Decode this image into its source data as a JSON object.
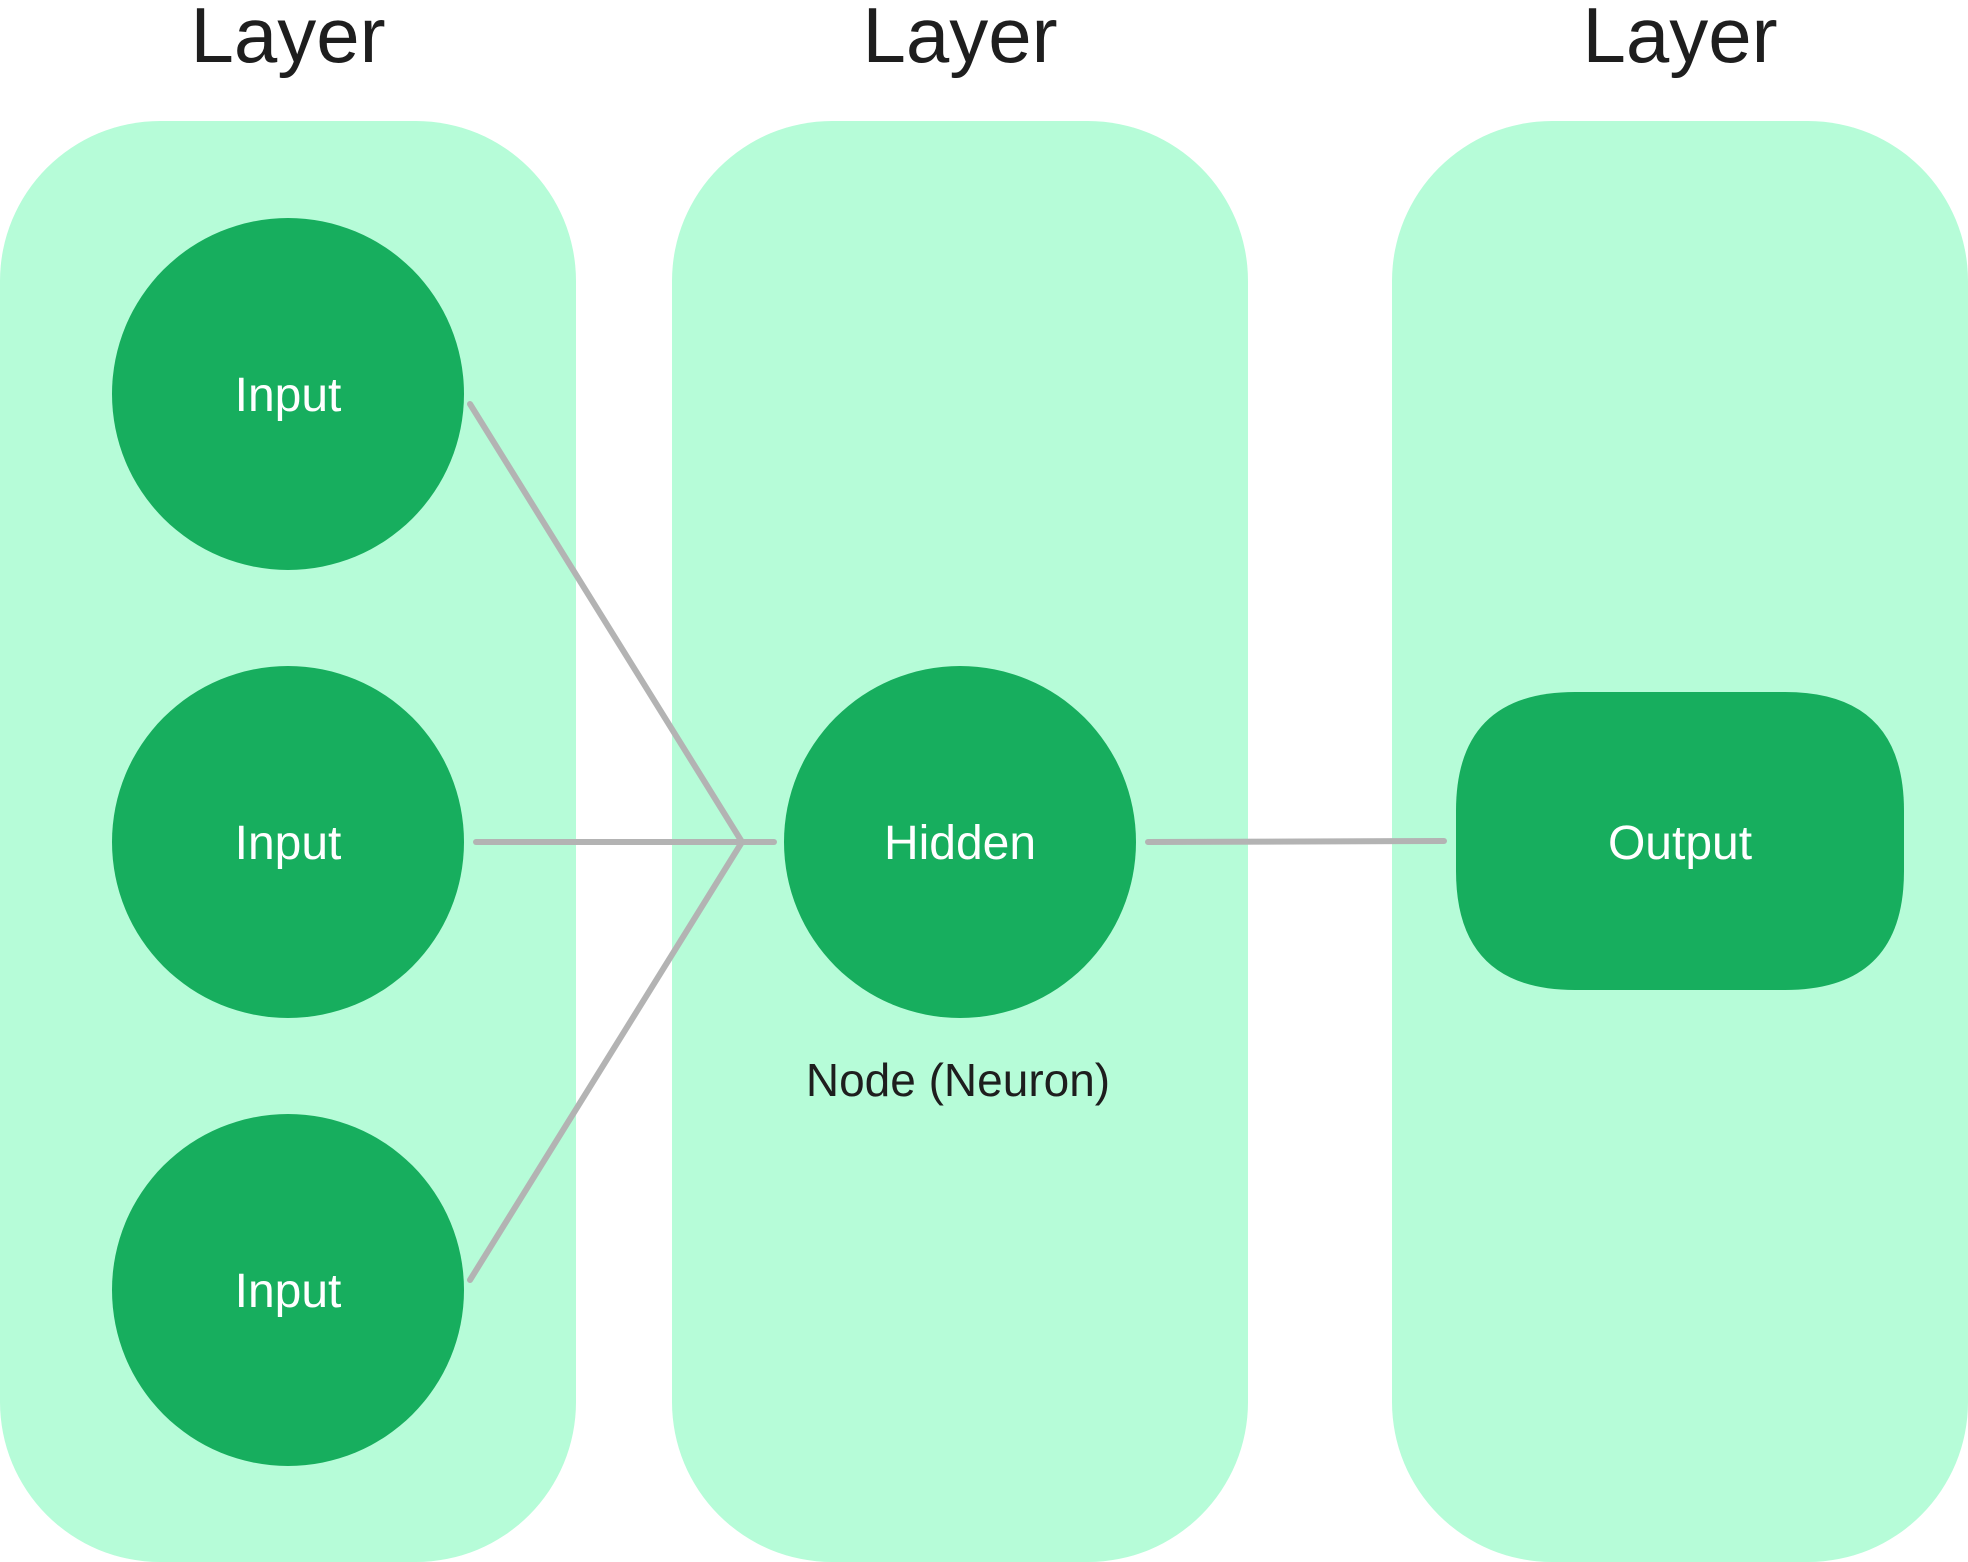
{
  "layers": [
    {
      "title": "Layer"
    },
    {
      "title": "Layer"
    },
    {
      "title": "Layer"
    }
  ],
  "nodes": {
    "input_1": "Input",
    "input_2": "Input",
    "input_3": "Input",
    "hidden": "Hidden",
    "output": "Output"
  },
  "caption": "Node (Neuron)",
  "colors": {
    "panel": "#b6fcd8",
    "node": "#17ae5e",
    "connector": "#b3b3b3",
    "title_text": "#1e1e1e",
    "node_text": "#ffffff"
  }
}
